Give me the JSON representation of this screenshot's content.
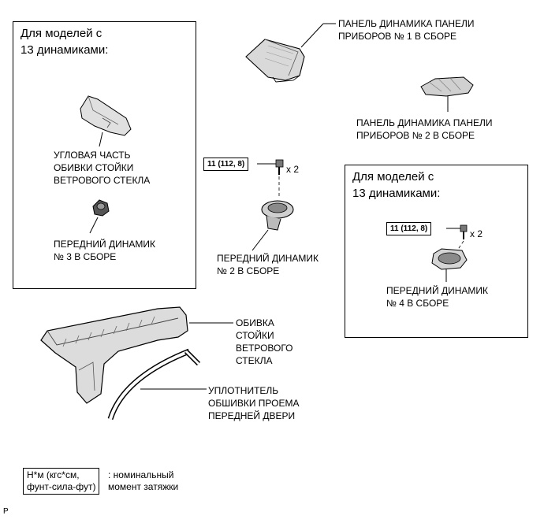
{
  "left_box": {
    "title": [
      "Для моделей с",
      "13 динамиками:"
    ],
    "pillar_corner_label": [
      "УГЛОВАЯ ЧАСТЬ",
      "ОБИВКИ СТОЙКИ",
      "ВЕТРОВОГО СТЕКЛА"
    ],
    "speaker3_label": [
      "ПЕРЕДНИЙ ДИНАМИК",
      "№ 3 В СБОРЕ"
    ]
  },
  "right_box": {
    "title": [
      "Для моделей с",
      "13 динамиками:"
    ],
    "torque": "11 (112, 8)",
    "multiplier": "x 2",
    "speaker4_label": [
      "ПЕРЕДНИЙ ДИНАМИК",
      "№ 4 В СБОРЕ"
    ]
  },
  "center": {
    "panel1_label": [
      "ПАНЕЛЬ ДИНАМИКА ПАНЕЛИ",
      "ПРИБОРОВ № 1 В СБОРЕ"
    ],
    "panel2_label": [
      "ПАНЕЛЬ ДИНАМИКА ПАНЕЛИ",
      "ПРИБОРОВ № 2 В СБОРЕ"
    ],
    "torque": "11 (112, 8)",
    "multiplier": "x 2",
    "speaker2_label": [
      "ПЕРЕДНИЙ ДИНАМИК",
      "№ 2 В СБОРЕ"
    ]
  },
  "bottom": {
    "pillar_label": [
      "ОБИВКА",
      "СТОЙКИ",
      "ВЕТРОВОГО",
      "СТЕКЛА"
    ],
    "seal_label": [
      "УПЛОТНИТЕЛЬ",
      "ОБШИВКИ ПРОЕМА",
      "ПЕРЕДНЕЙ ДВЕРИ"
    ]
  },
  "legend": {
    "box_text": [
      "Н*м (кгс*см,",
      "фунт-сила-фут)"
    ],
    "description": [
      ": номинальный",
      "момент затяжки"
    ]
  },
  "corner_mark": "P"
}
